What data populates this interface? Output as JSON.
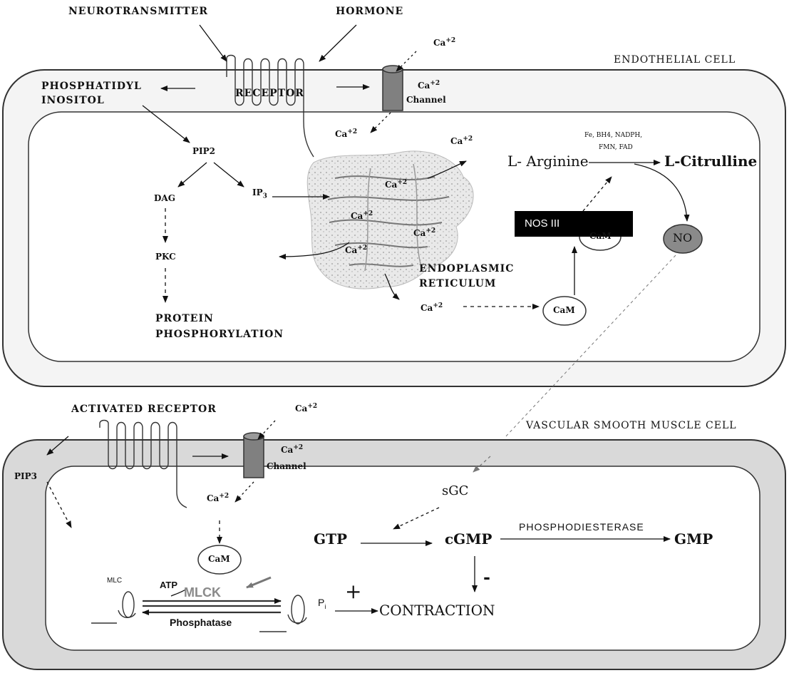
{
  "endothelial": {
    "cell_label": "ENDOTHELIAL CELL",
    "neurotransmitter": "NEUROTRANSMITTER",
    "hormone": "HORMONE",
    "receptor": "RECEPTOR",
    "phosphatidyl_line1": "PHOSPHATIDYL",
    "phosphatidyl_line2": "INOSITOL",
    "pip2": "PIP2",
    "dag": "DAG",
    "ip3": "IP",
    "ip3_sub": "3",
    "pkc": "PKC",
    "protein_line1": "PROTEIN",
    "protein_line2": "PHOSPHORYLATION",
    "ca_ion": "Ca",
    "ca_charge": "+2",
    "channel": "Channel",
    "er_line1": "ENDOPLASMIC",
    "er_line2": "RETICULUM",
    "cofactors_line1": "Fe, BH4, NADPH,",
    "cofactors_line2": "FMN, FAD",
    "l_arginine": "L- Arginine",
    "l_citrulline": "L-Citrulline",
    "nos": "NOS III",
    "cam": "CaM",
    "no": "NO"
  },
  "smooth_muscle": {
    "cell_label": "VASCULAR SMOOTH MUSCLE CELL",
    "activated_receptor": "ACTIVATED RECEPTOR",
    "pip3": "PIP3",
    "ca_ion": "Ca",
    "ca_charge": "+2",
    "channel": "Channel",
    "cam": "CaM",
    "sgc": "sGC",
    "gtp": "GTP",
    "cgmp": "cGMP",
    "phosphodiesterase": "PHOSPHODIESTERASE",
    "gmp": "GMP",
    "minus": "-",
    "plus": "+",
    "contraction": "CONTRACTION",
    "mlc": "MLC",
    "atp": "ATP",
    "mlck": "MLCK",
    "phosphatase": "Phosphatase",
    "pi": "P",
    "pi_sub": "i"
  },
  "colors": {
    "membrane_fill": "#d9d9d9",
    "channel_fill": "#808080",
    "no_fill": "#8a8a8a",
    "mlck_text": "#8a8a8a"
  }
}
